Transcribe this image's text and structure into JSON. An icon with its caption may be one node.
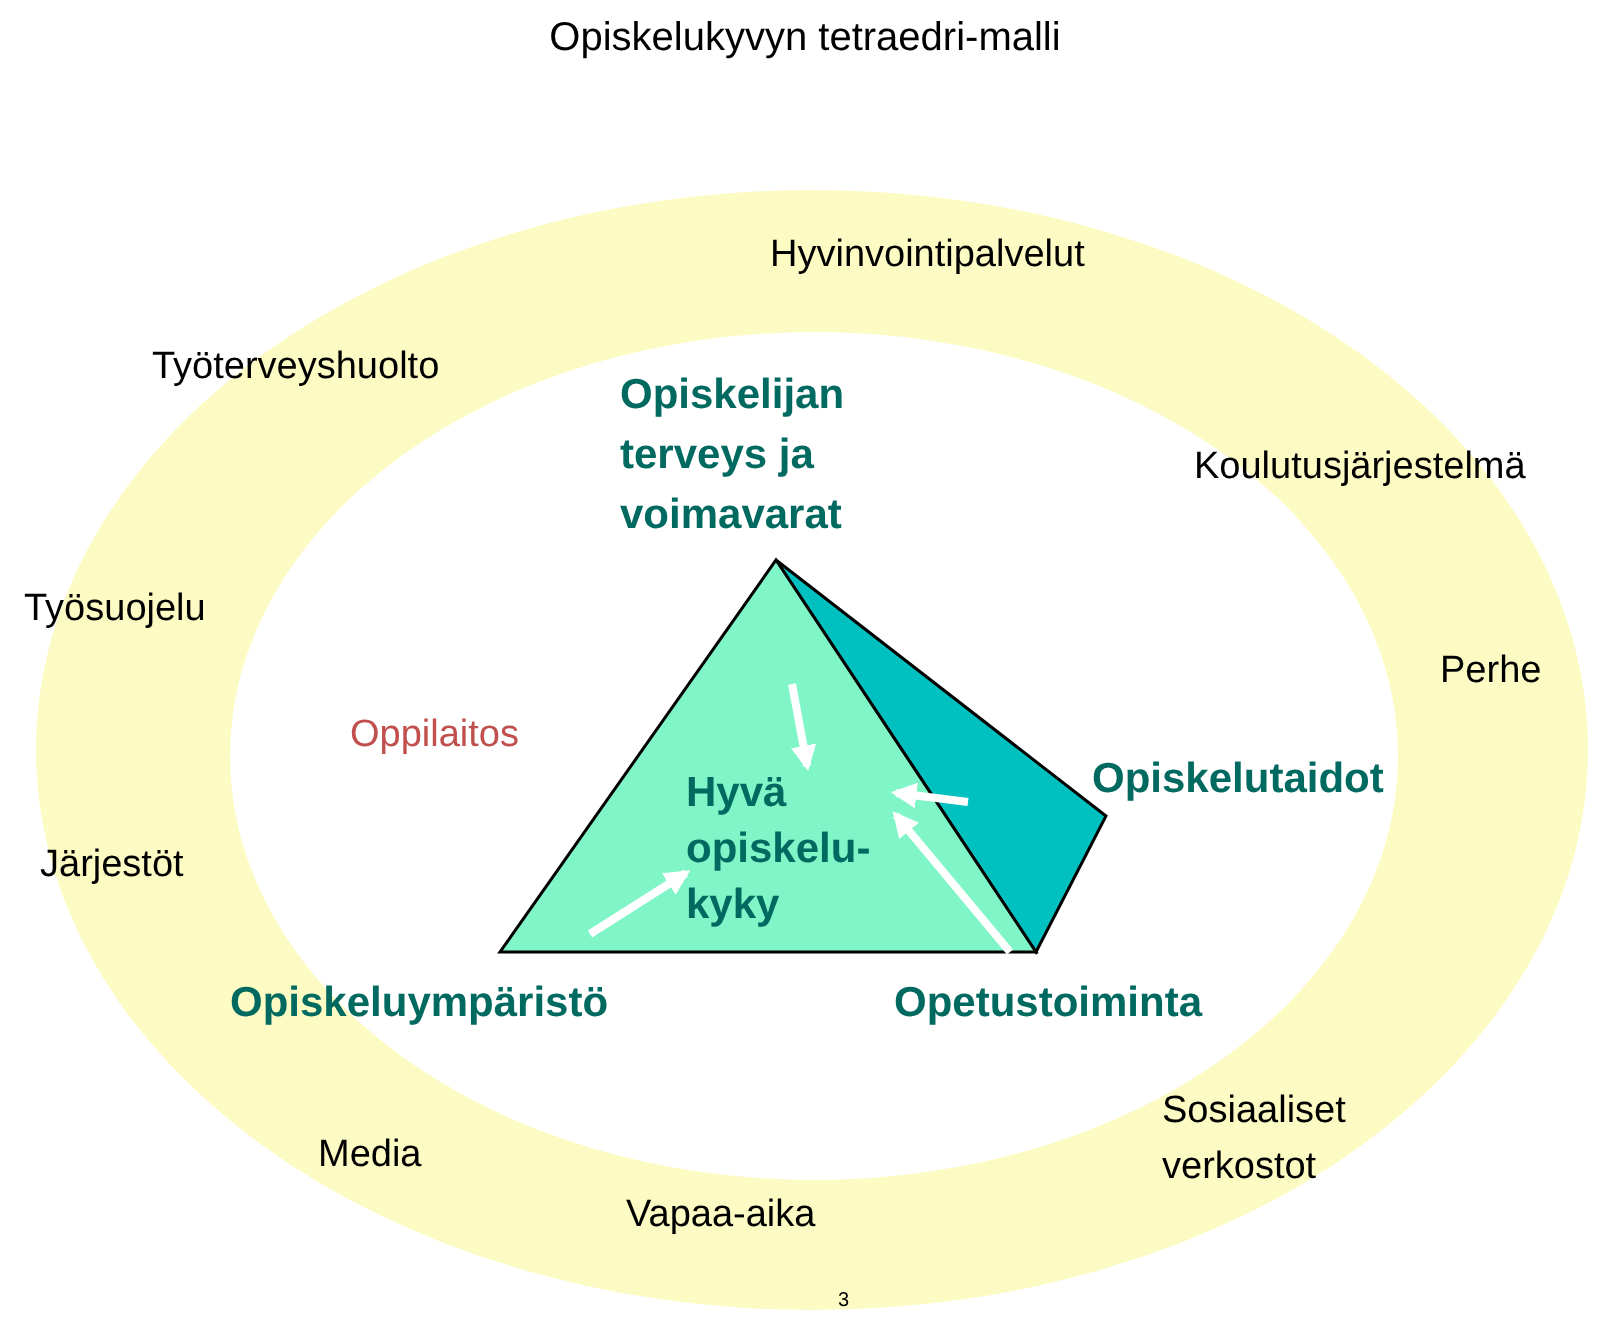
{
  "diagram": {
    "title": "Opiskelukyvyn tetraedri-malli",
    "nodes": [
      {
        "text": [],
        "shape": "pyramid"
      },
      {
        "text": [
          "Hyvä opiskelu- kyky"
        ],
        "in": 0
      }
    ],
    "edges": [
      {
        "from": null,
        "to": 1,
        "arrow": "to"
      },
      {
        "from": null,
        "to": 1,
        "arrow": "to"
      },
      {
        "from": null,
        "to": 1,
        "arrow": "to"
      },
      {
        "from": null,
        "to": 1,
        "arrow": "to"
      }
    ],
    "labels": [
      "Hyvinvointipalvelut",
      "Työterveyshuolto",
      "Opiskelijan terveys ja voimavarat",
      "Koulutusjärjestelmä",
      "Työsuojelu",
      "Perhe",
      "Oppilaitos",
      "Opiskelutaidot",
      "Järjestöt",
      "Opiskeluympäristö",
      "Opetustoiminta",
      "Sosiaaliset verkostot",
      "Media",
      "Vapaa-aika",
      "3"
    ]
  }
}
